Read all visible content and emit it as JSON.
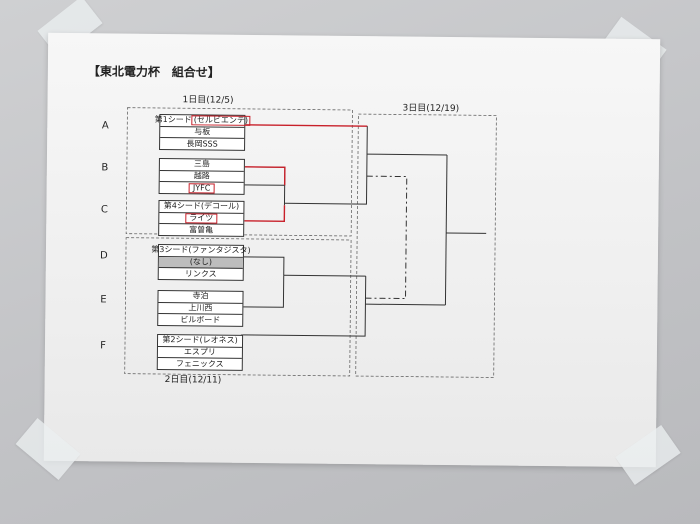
{
  "title": "【東北電力杯　組合せ】",
  "day_labels": {
    "day1": "1日目(12/5)",
    "day2": "2日目(12/11)",
    "day3": "3日目(12/19)"
  },
  "groups": [
    {
      "letter": "A",
      "teams": [
        "与板",
        "長岡SSS"
      ],
      "seed": {
        "prefix": "第1シード",
        "note": "(セルビエンテ)"
      }
    },
    {
      "letter": "B",
      "teams": [
        "三島",
        "越路",
        "JYFC"
      ]
    },
    {
      "letter": "C",
      "teams": [
        "ライツ",
        "富曽亀"
      ],
      "seed": {
        "prefix": "第4シード",
        "note": "(デコール)"
      }
    },
    {
      "letter": "D",
      "teams": [
        "(なし)",
        "リンクス"
      ],
      "seed": {
        "prefix": "第3シード",
        "note": "(ファンタジスタ)"
      }
    },
    {
      "letter": "E",
      "teams": [
        "寺泊",
        "上川西",
        "ビルボード"
      ]
    },
    {
      "letter": "F",
      "teams": [
        "エスプリ",
        "フェニックス"
      ],
      "seed": {
        "prefix": "第2シード",
        "note": "(レオネス)"
      }
    }
  ],
  "colors": {
    "marker_red": "#c8202a",
    "line": "#333333",
    "dashed": "#666666"
  }
}
